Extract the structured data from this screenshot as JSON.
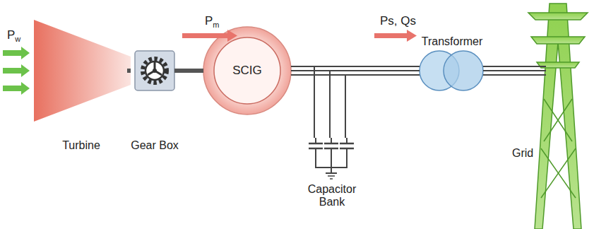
{
  "diagram": {
    "nodes": [
      {
        "text": [
          "Turbine"
        ]
      },
      {
        "text": [
          "Gear Box"
        ]
      },
      {
        "text": [
          "SCIG"
        ]
      },
      {
        "text": [
          "Transformer"
        ]
      },
      {
        "text": [
          "Grid"
        ]
      },
      {
        "text": [
          "Capacitor Bank"
        ]
      }
    ],
    "edges": [
      {
        "from": 0,
        "to": 1,
        "arrow": "none"
      },
      {
        "from": 1,
        "to": 2,
        "arrow": "none"
      },
      {
        "from": 2,
        "to": 3,
        "arrow": "none"
      },
      {
        "from": 3,
        "to": 4,
        "arrow": "none"
      },
      {
        "from": 2,
        "to": 5,
        "arrow": "none"
      }
    ],
    "labels": [
      "P",
      "w",
      "P",
      "m",
      "Ps, Qs"
    ]
  }
}
